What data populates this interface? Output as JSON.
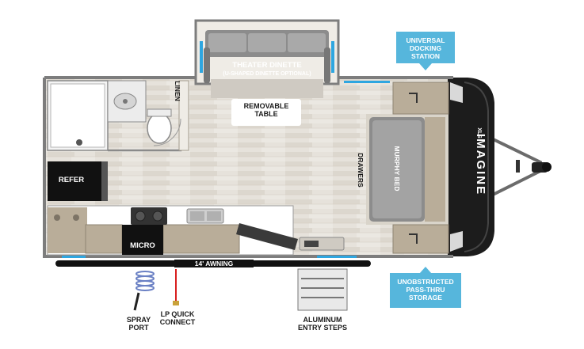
{
  "labels": {
    "theater_dinette": "THEATER DINETTE",
    "dinette_note": "(U-SHAPED DINETTE OPTIONAL)",
    "removable_table": [
      "REMOVABLE",
      "TABLE"
    ],
    "linen": "LINEN",
    "refer": "REFER",
    "micro": "MICRO",
    "drawers": "DRAWERS",
    "murphy_bed": "MURPHY BED",
    "awning": "14' AWNING",
    "spray_port": [
      "SPRAY",
      "PORT"
    ],
    "lp_quick_connect": [
      "LP QUICK",
      "CONNECT"
    ],
    "aluminum_entry_steps": [
      "ALUMINUM",
      "ENTRY STEPS"
    ],
    "brand": "IMAGINE",
    "brand_sub": "XLS"
  },
  "callouts": {
    "universal_docking_station": [
      "UNIVERSAL",
      "DOCKING",
      "STATION"
    ],
    "unobstructed_storage": [
      "UNOBSTRUCTED",
      "PASS-THRU",
      "STORAGE"
    ]
  },
  "colors": {
    "callout": "#56b6dc",
    "floor": "#e6e2db",
    "wall": "#7d7d7d",
    "cabinet": "#b9ad99",
    "sofa": "#8c8c8c",
    "front_cap": "#1c1c1c",
    "accent": "#2ea6e0",
    "lp_line": "#d81e1e",
    "hose": "#6a80c4"
  }
}
